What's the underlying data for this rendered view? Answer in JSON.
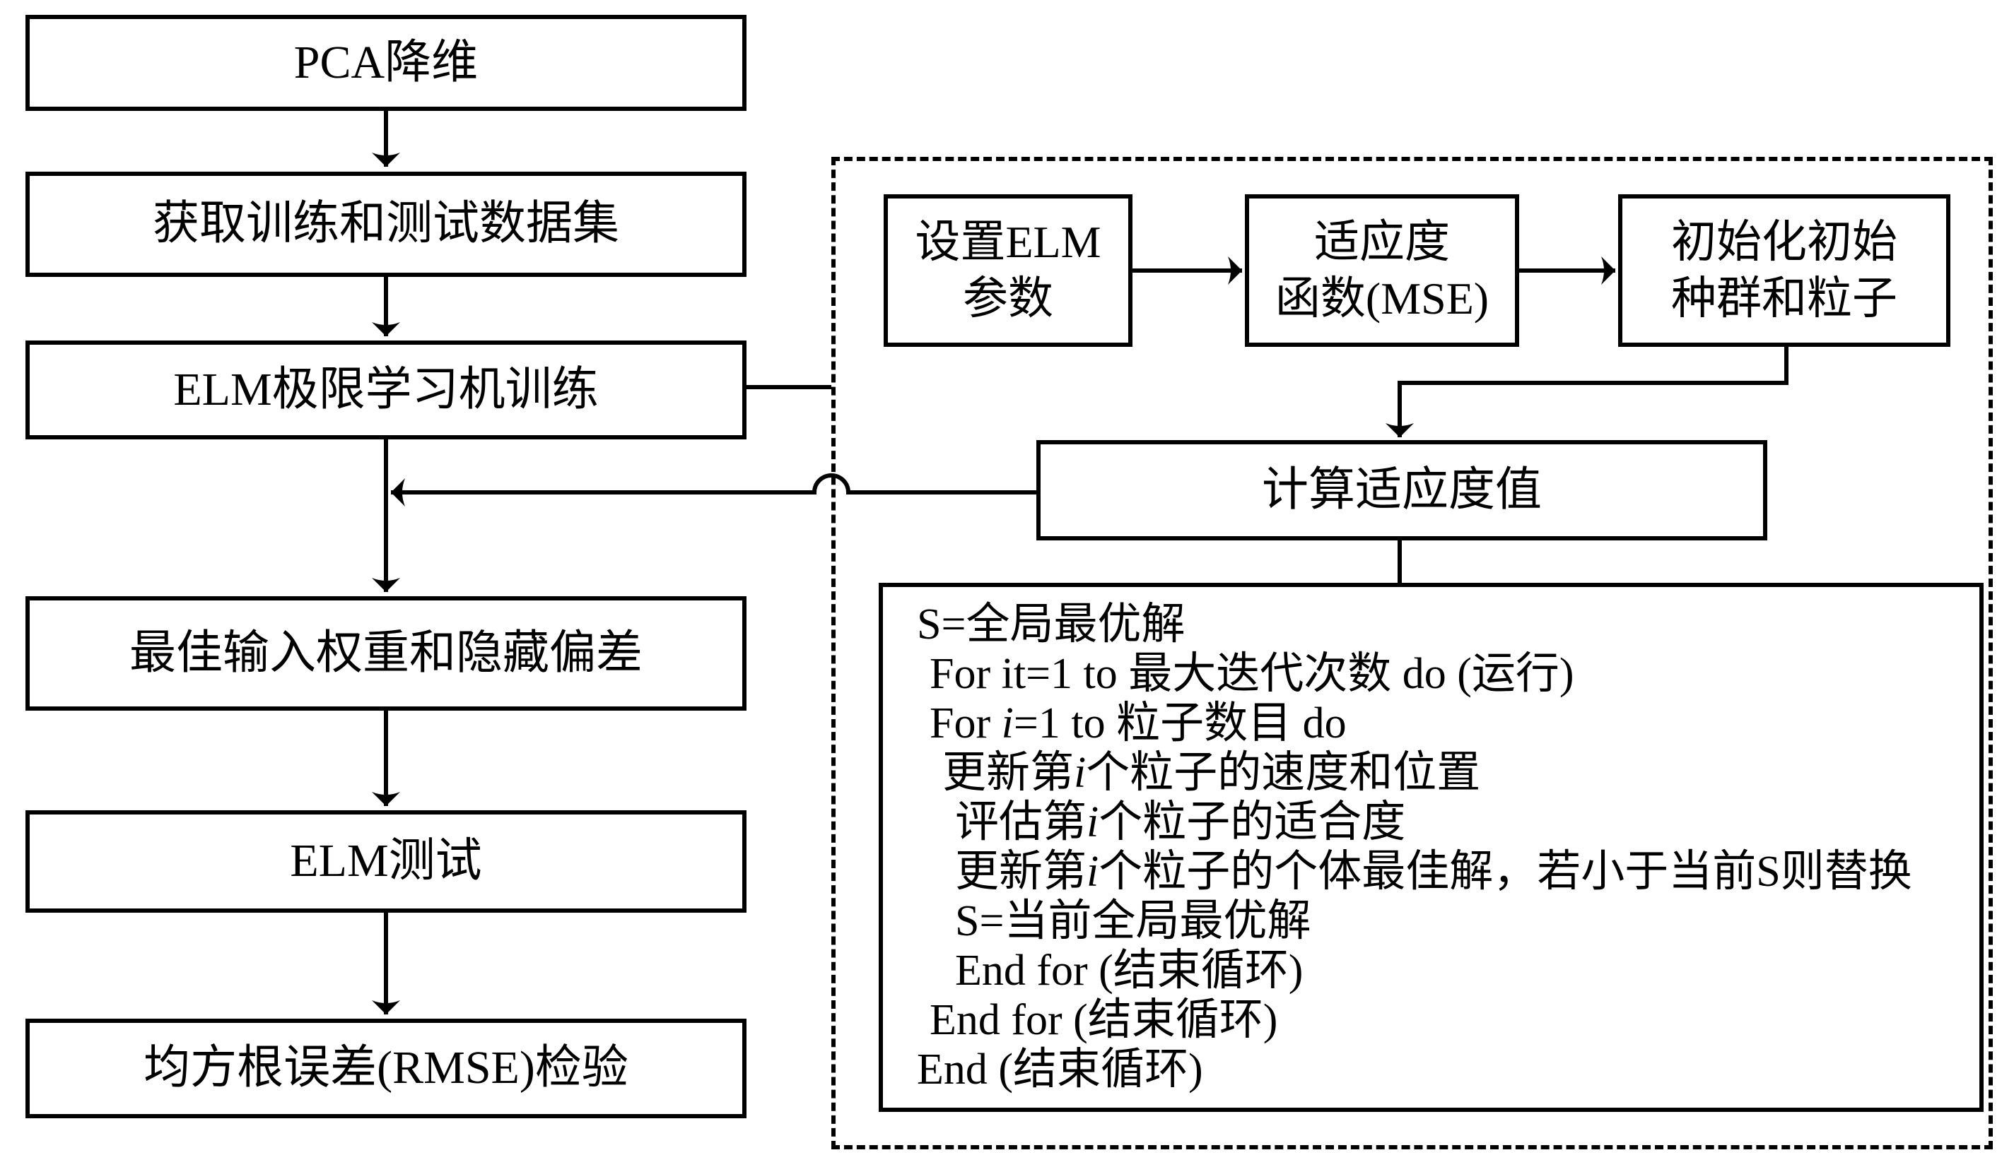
{
  "diagram": {
    "left_flow": [
      {
        "id": "pca",
        "label": "PCA降维"
      },
      {
        "id": "dataset",
        "label": "获取训练和测试数据集"
      },
      {
        "id": "train",
        "label": "ELM极限学习机训练"
      },
      {
        "id": "best",
        "label": "最佳输入权重和隐藏偏差"
      },
      {
        "id": "test",
        "label": "ELM测试"
      },
      {
        "id": "rmse",
        "label": "均方根误差(RMSE)检验"
      }
    ],
    "pso_block": {
      "setup": {
        "line1": "设置ELM",
        "line2": "参数"
      },
      "fitness_fn": {
        "line1": "适应度",
        "line2": "函数(MSE)"
      },
      "init": {
        "line1": "初始化初始",
        "line2": "种群和粒子"
      },
      "compute": {
        "label": "计算适应度值"
      },
      "pseudocode": [
        {
          "indent": 0,
          "parts": [
            "S=全局最优解"
          ]
        },
        {
          "indent": 1,
          "parts": [
            "For it=1 to 最大迭代次数 do (运行)"
          ]
        },
        {
          "indent": 1,
          "parts": [
            "For ",
            "i",
            "=1 to 粒子数目 do"
          ]
        },
        {
          "indent": 2,
          "parts": [
            "更新第",
            "i",
            "个粒子的速度和位置"
          ]
        },
        {
          "indent": 3,
          "parts": [
            "评估第",
            "i",
            "个粒子的适合度"
          ]
        },
        {
          "indent": 3,
          "parts": [
            "更新第",
            "i",
            "个粒子的个体最佳解，若小于当前S则替换"
          ]
        },
        {
          "indent": 3,
          "parts": [
            "S=当前全局最优解"
          ]
        },
        {
          "indent": 3,
          "parts": [
            "End for (结束循环)"
          ]
        },
        {
          "indent": 1,
          "parts": [
            "End for (结束循环)"
          ]
        },
        {
          "indent": 0,
          "parts": [
            "End (结束循环)"
          ]
        }
      ]
    },
    "colors": {
      "line": "#000000",
      "background": "#ffffff"
    }
  }
}
